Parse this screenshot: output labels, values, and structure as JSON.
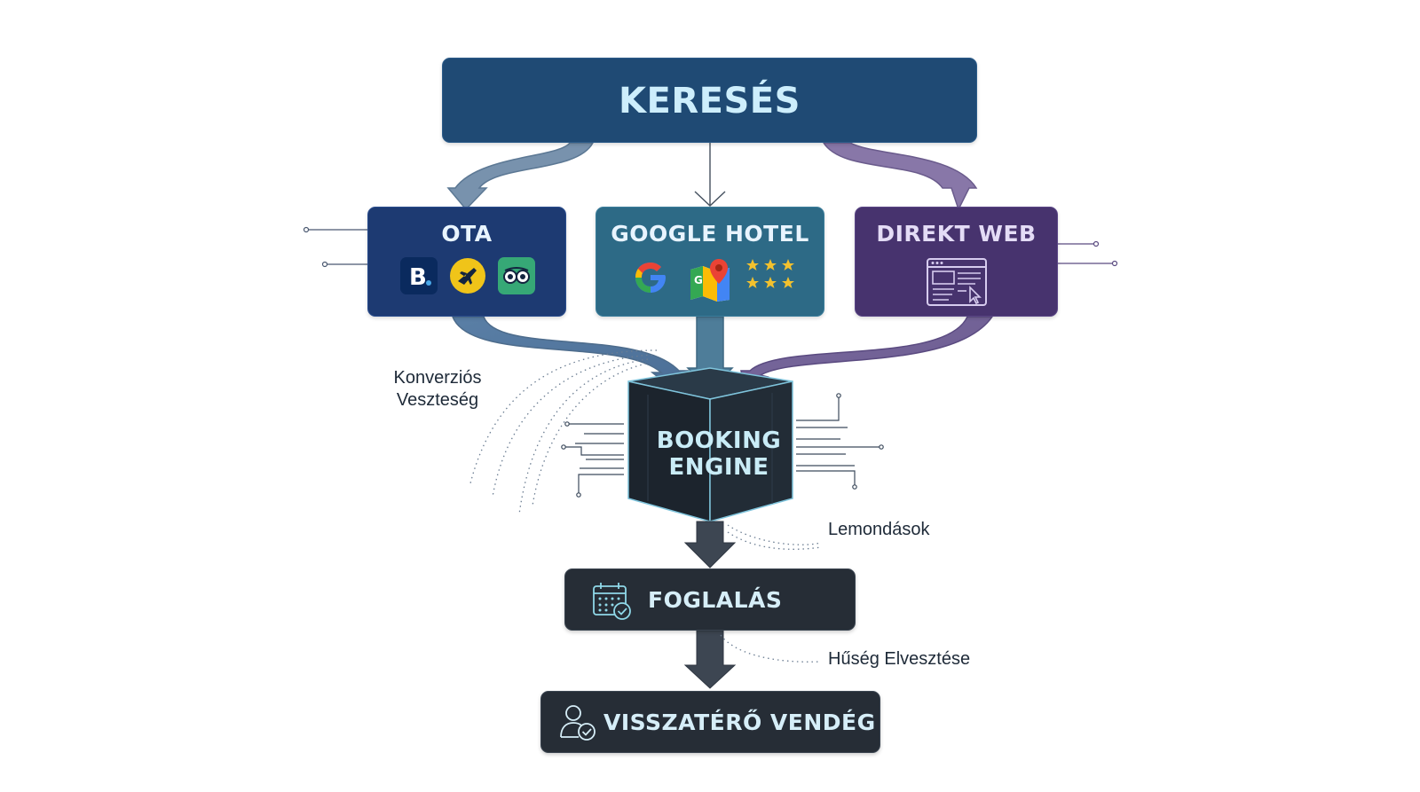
{
  "diagram": {
    "top": {
      "label": "KERESÉS"
    },
    "channels": {
      "ota": {
        "label": "OTA",
        "icons": [
          "booking-b-icon",
          "expedia-plane-icon",
          "tripadvisor-owl-icon"
        ]
      },
      "google": {
        "label": "GOOGLE HOTEL",
        "icons": [
          "google-g-icon",
          "google-maps-pin-icon",
          "rating-stars-icon"
        ]
      },
      "direkt": {
        "label": "DIREKT WEB",
        "icons": [
          "website-browser-icon"
        ]
      }
    },
    "engine": {
      "line1": "BOOKING",
      "line2": "ENGINE"
    },
    "booking": {
      "label": "FOGLALÁS",
      "icon": "calendar-check-icon"
    },
    "returning": {
      "label": "VISSZATÉRŐ VENDÉG",
      "icon": "user-check-icon"
    },
    "annotations": {
      "conversion_line1": "Konverziós",
      "conversion_line2": "Veszteség",
      "cancellations": "Lemondások",
      "loyalty": "Hűség Elvesztése"
    },
    "colors": {
      "title_bg": "#1f4a74",
      "ota_bg": "#1d3a72",
      "google_bg": "#2d6a86",
      "direkt_bg": "#47336e",
      "engine_bg": "#1e2730",
      "step_bg": "#262d36",
      "accent_text": "#cdeefc"
    }
  }
}
